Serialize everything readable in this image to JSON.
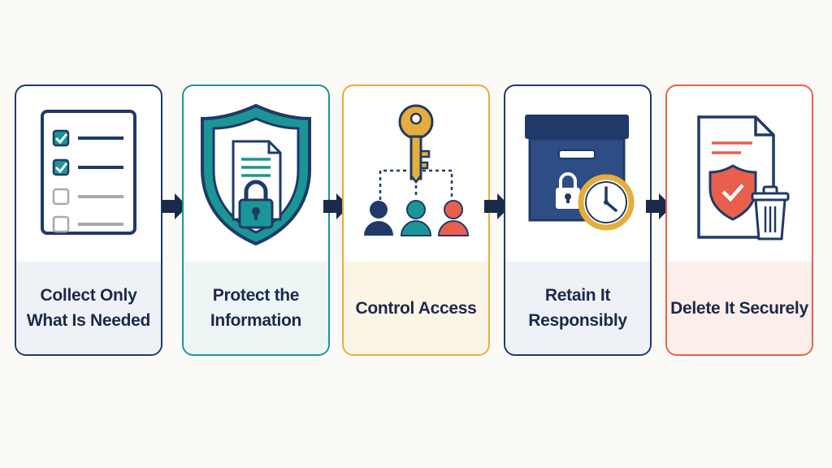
{
  "steps": [
    {
      "label": "Collect Only What Is Needed",
      "icon": "checklist-icon",
      "border_color": "#1f3a68",
      "band_color": "#eef1f6"
    },
    {
      "label": "Protect the Information",
      "icon": "shield-document-lock-icon",
      "border_color": "#1b9696",
      "band_color": "#edf6f5"
    },
    {
      "label": "Control Access",
      "icon": "key-people-icon",
      "border_color": "#e6ad3a",
      "band_color": "#fcf5e6"
    },
    {
      "label": "Retain It Responsibly",
      "icon": "archive-box-clock-icon",
      "border_color": "#1f3a68",
      "band_color": "#eef1f6"
    },
    {
      "label": "Delete It Securely",
      "icon": "document-shield-trash-icon",
      "border_color": "#e8604c",
      "band_color": "#fcefeb"
    }
  ],
  "arrow_icon": "arrow-right-icon",
  "colors": {
    "navy": "#1f3a68",
    "teal": "#1b9696",
    "gold": "#e6ad3a",
    "coral": "#e8604c",
    "background": "#fbfaf7"
  }
}
